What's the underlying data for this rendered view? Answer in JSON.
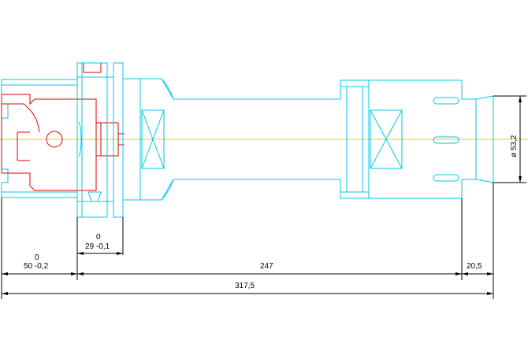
{
  "colors": {
    "outline": "#00c8e6",
    "holder_part": "#e00000",
    "centerline": "#e6d200",
    "dimension": "#000000",
    "background": "#ffffff"
  },
  "dimensions": {
    "flange_upper": "0",
    "flange_lower": "50 -0,2",
    "collar_upper": "0",
    "collar_lower": "29 -0,1",
    "body_length": "247",
    "tip_length": "20,5",
    "overall_length": "317,5",
    "tip_diameter": "ø 53,2"
  }
}
